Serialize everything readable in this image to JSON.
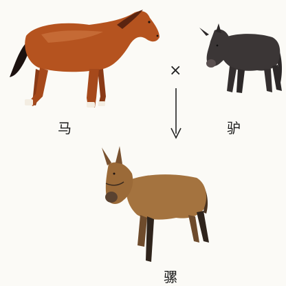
{
  "diagram": {
    "parents": [
      {
        "id": "horse",
        "label": "马",
        "icon": "horse-illustration",
        "color": "#b5531f"
      },
      {
        "id": "donkey",
        "label": "驴",
        "icon": "donkey-illustration",
        "color": "#3b3636"
      }
    ],
    "operator": "×",
    "arrow": "downward-arrow-icon",
    "offspring": {
      "id": "mule",
      "label": "骡",
      "icon": "mule-illustration",
      "color": "#9b6a38"
    }
  }
}
